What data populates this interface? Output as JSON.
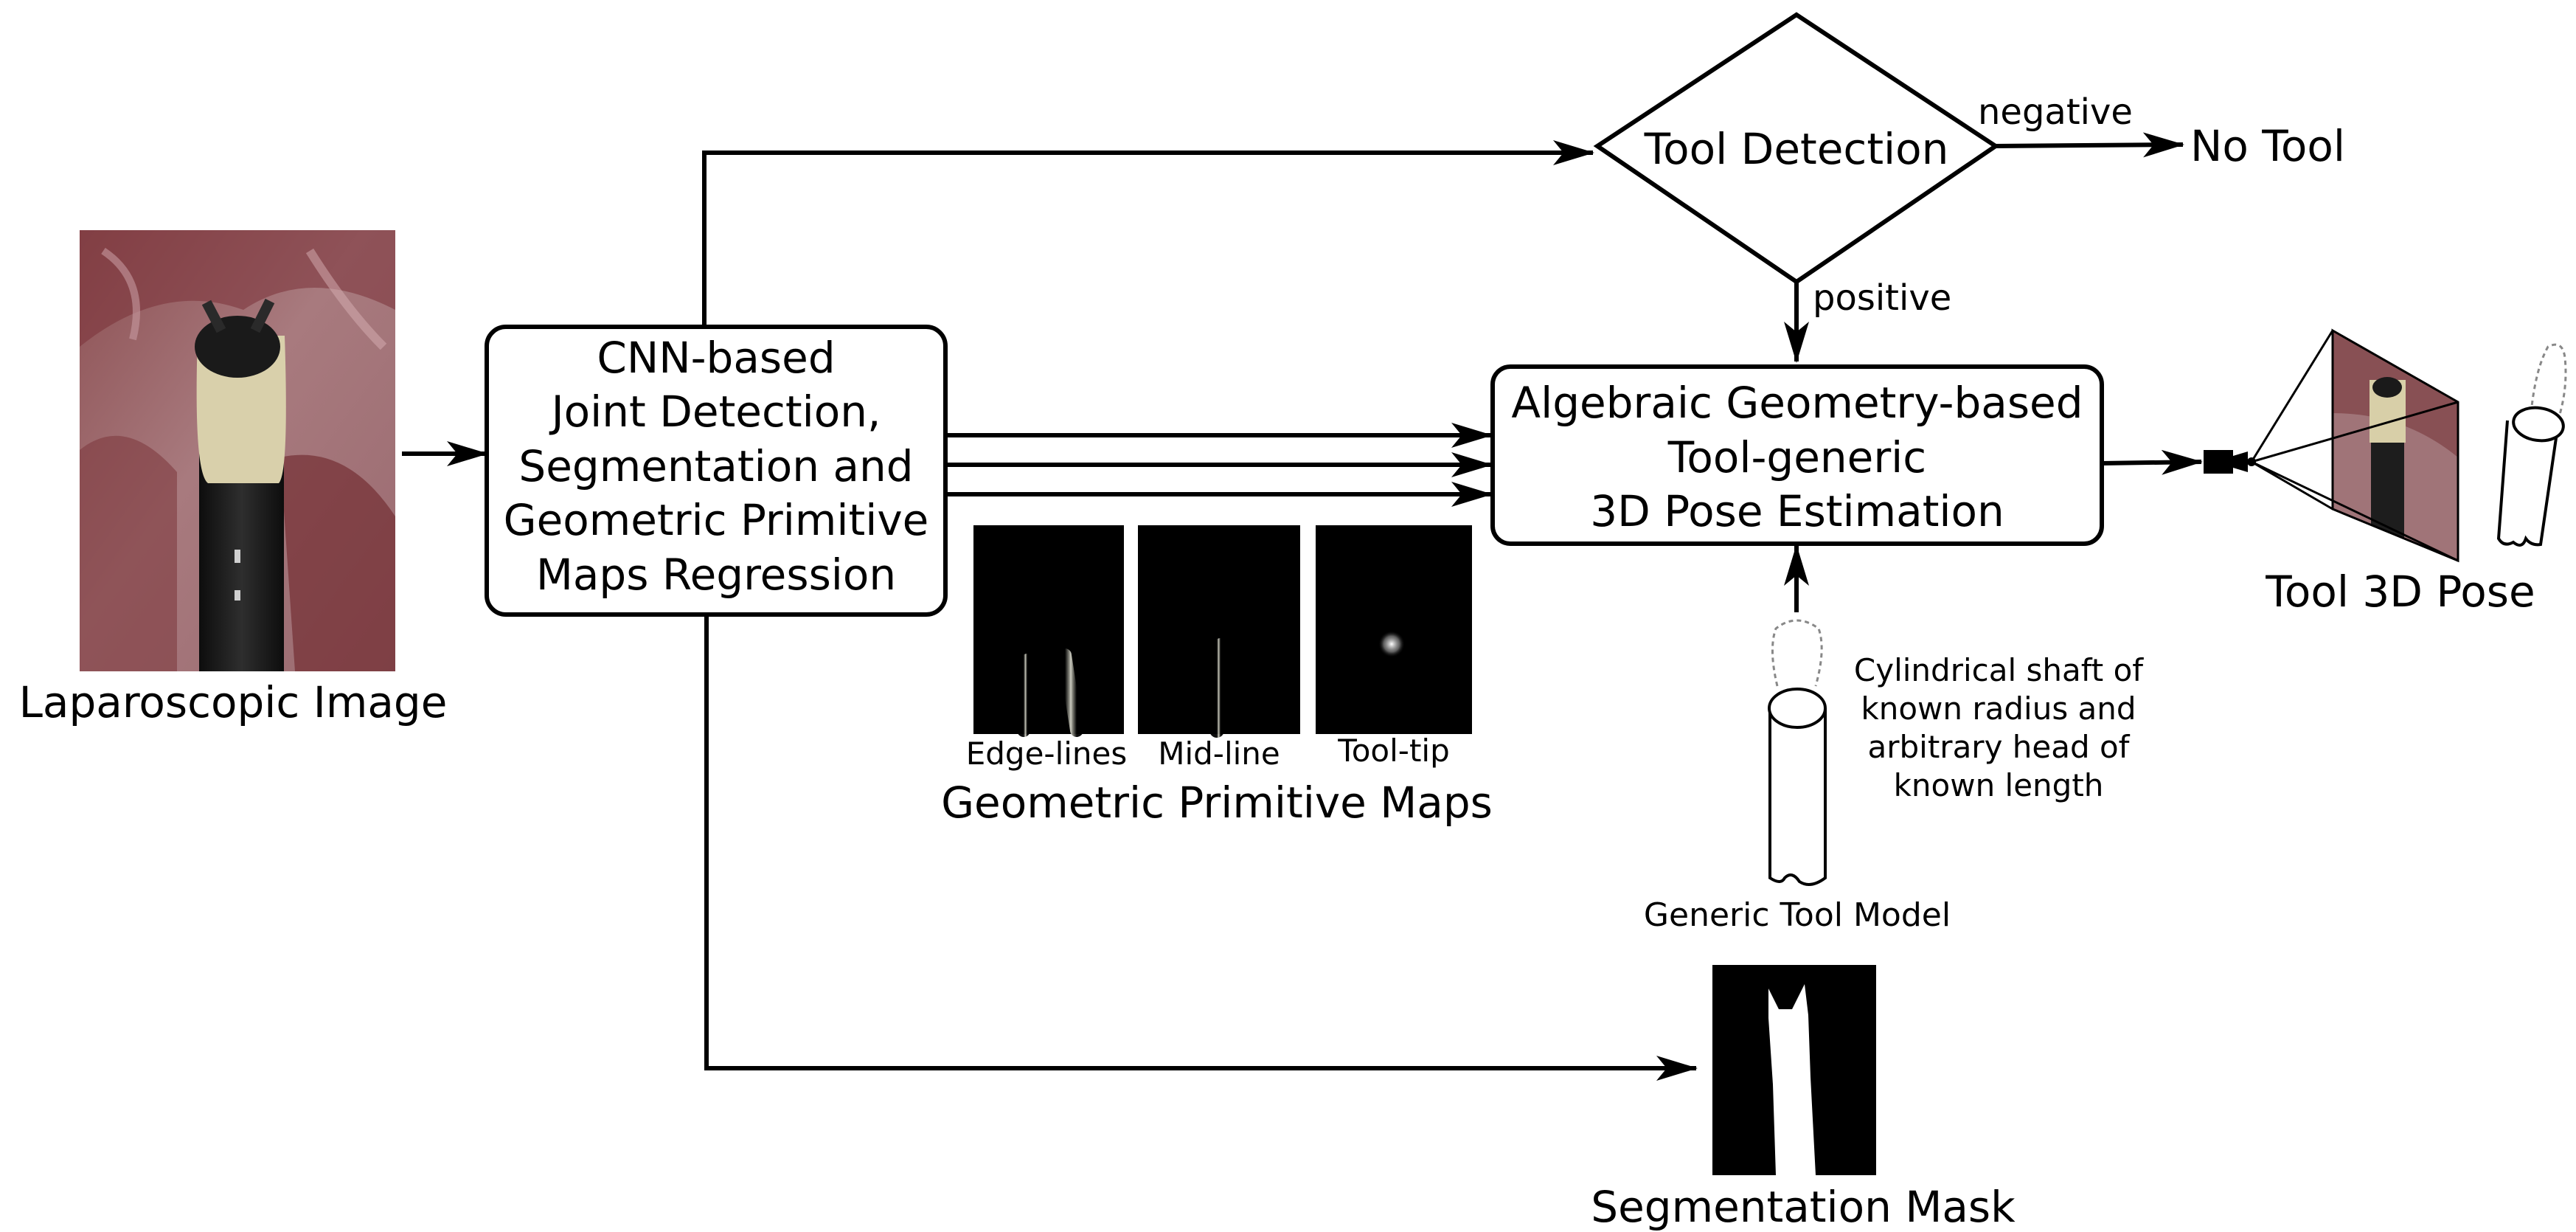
{
  "input": {
    "caption": "Laparoscopic Image",
    "image_icon": "laparoscopic-photo"
  },
  "cnn_box": {
    "lines": [
      "CNN-based",
      "Joint Detection,",
      "Segmentation and",
      "Geometric Primitive",
      "Maps Regression"
    ]
  },
  "detection": {
    "label": "Tool Detection",
    "negative_label": "negative",
    "positive_label": "positive",
    "no_tool_label": "No Tool"
  },
  "pose_box": {
    "lines": [
      "Algebraic Geometry-based",
      "Tool-generic",
      "3D Pose Estimation"
    ]
  },
  "primitive_maps": {
    "title": "Geometric Primitive Maps",
    "maps": [
      {
        "label": "Edge-lines",
        "icon": "edge-lines-map"
      },
      {
        "label": "Mid-line",
        "icon": "mid-line-map"
      },
      {
        "label": "Tool-tip",
        "icon": "tool-tip-map"
      }
    ]
  },
  "tool_model": {
    "caption": "Generic Tool Model",
    "description_lines": [
      "Cylindrical shaft of",
      "known radius and",
      "arbitrary head of",
      "known length"
    ]
  },
  "output": {
    "pose_caption": "Tool 3D Pose",
    "mask_caption": "Segmentation Mask"
  },
  "colors": {
    "stroke": "#000000",
    "background": "#ffffff",
    "photo_tissue": "#9c6a6e",
    "photo_shaft": "#1e1e1e",
    "photo_tip": "#d8cfa8"
  }
}
